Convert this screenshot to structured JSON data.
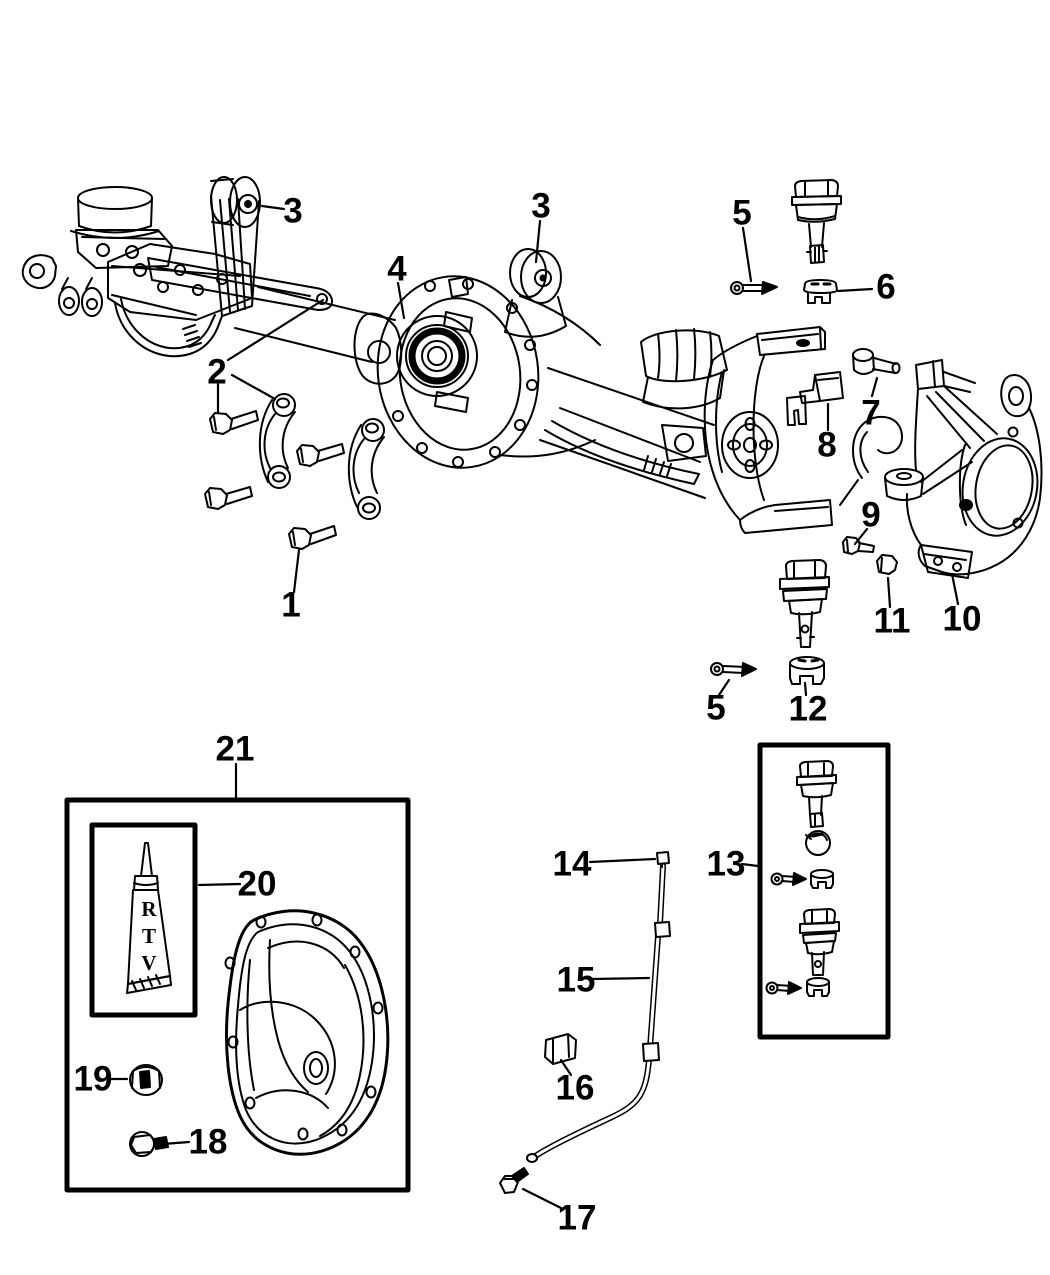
{
  "diagram": {
    "kind": "exploded-parts-line-drawing",
    "colors": {
      "line": "#000000",
      "background": "#ffffff"
    }
  },
  "callouts": [
    {
      "label": "3"
    },
    {
      "label": "2"
    },
    {
      "label": "1"
    },
    {
      "label": "3"
    },
    {
      "label": "4"
    },
    {
      "label": "5"
    },
    {
      "label": "6"
    },
    {
      "label": "7"
    },
    {
      "label": "8"
    },
    {
      "label": "9"
    },
    {
      "label": "10"
    },
    {
      "label": "11"
    },
    {
      "label": "12"
    },
    {
      "label": "5"
    },
    {
      "label": "13"
    },
    {
      "label": "14"
    },
    {
      "label": "15"
    },
    {
      "label": "16"
    },
    {
      "label": "17"
    },
    {
      "label": "18"
    },
    {
      "label": "19"
    },
    {
      "label": "20"
    },
    {
      "label": "21"
    }
  ],
  "rtv_letters": [
    "R",
    "T",
    "V"
  ]
}
